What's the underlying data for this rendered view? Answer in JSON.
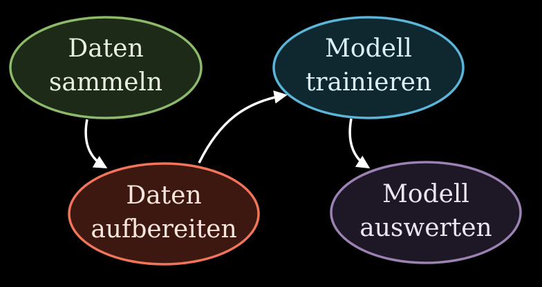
{
  "nodes": [
    {
      "id": "collect",
      "lines": [
        "Daten",
        "sammeln"
      ],
      "stroke": "#8dba6a",
      "fill": "#1c2a17",
      "text_color": "#e8f0de"
    },
    {
      "id": "prepare",
      "lines": [
        "Daten",
        "aufbereiten"
      ],
      "stroke": "#f2755a",
      "fill": "#3c1811",
      "text_color": "#fbe6df"
    },
    {
      "id": "train",
      "lines": [
        "Modell",
        "trainieren"
      ],
      "stroke": "#5bb5d8",
      "fill": "#0f2830",
      "text_color": "#dcf0f8"
    },
    {
      "id": "evaluate",
      "lines": [
        "Modell",
        "auswerten"
      ],
      "stroke": "#9c82b4",
      "fill": "#1e1826",
      "text_color": "#ece4f4"
    }
  ],
  "edges": [
    {
      "from": "collect",
      "to": "prepare"
    },
    {
      "from": "prepare",
      "to": "train"
    },
    {
      "from": "train",
      "to": "evaluate"
    }
  ],
  "colors": {
    "background": "#000000",
    "arrow": "#ffffff"
  }
}
